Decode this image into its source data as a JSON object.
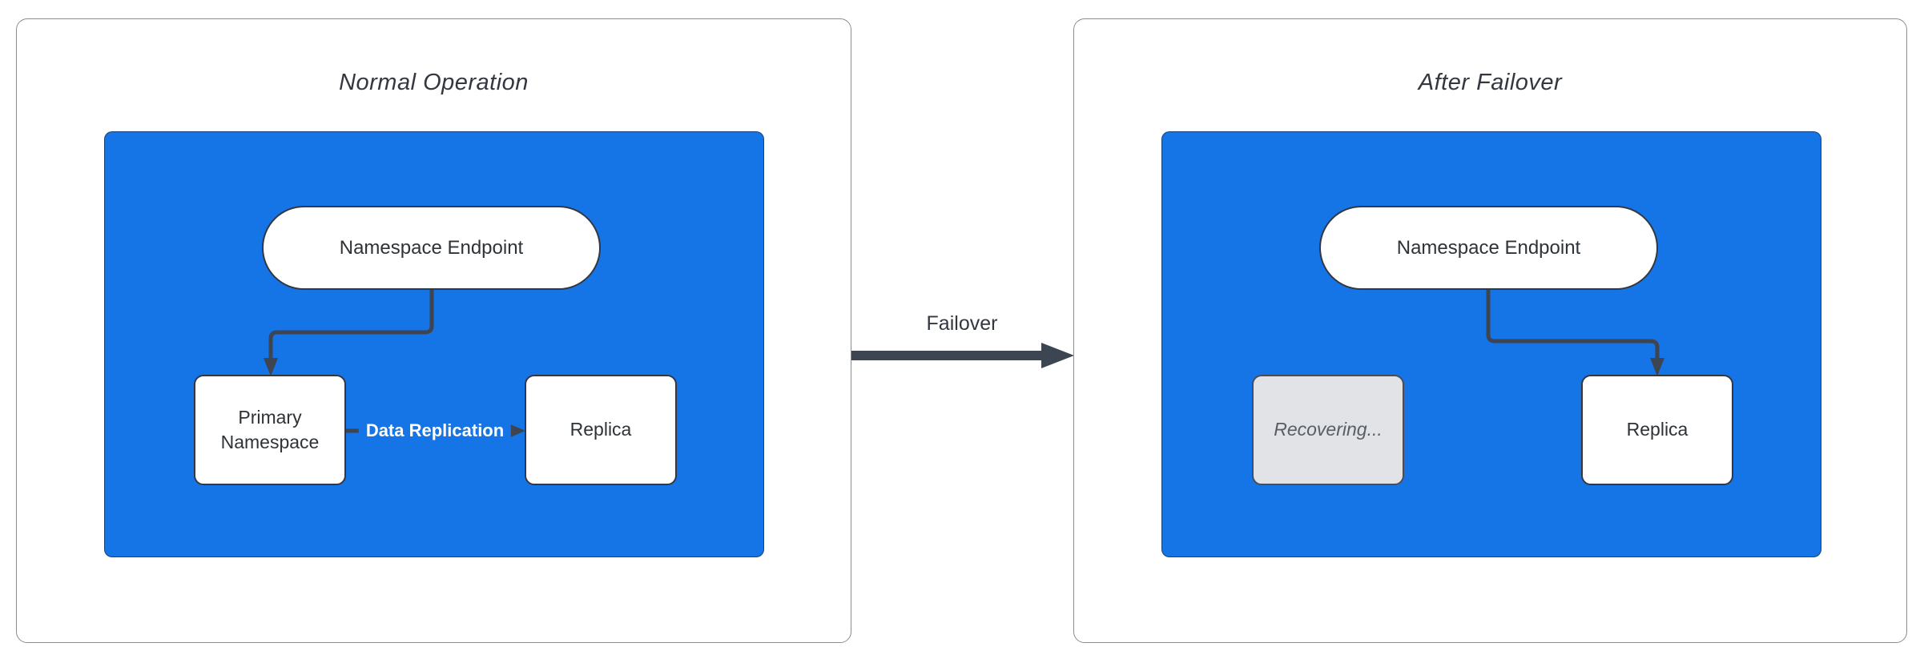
{
  "diagram": {
    "panels": [
      {
        "title": "Normal Operation",
        "container": {
          "endpoint_label": "Namespace Endpoint",
          "primary_label": "Primary Namespace",
          "replica_label": "Replica",
          "replication_edge_label": "Data Replication"
        }
      },
      {
        "title": "After Failover",
        "container": {
          "endpoint_label": "Namespace Endpoint",
          "recovering_label": "Recovering...",
          "replica_label": "Replica"
        }
      }
    ],
    "transition": {
      "label": "Failover"
    },
    "colors": {
      "container_fill": "#1574E6",
      "node_fill": "#FFFFFF",
      "node_border": "#333740",
      "node_text": "#2E3338",
      "edge_stroke": "#3E4552",
      "edge_label_text": "#FFFFFF",
      "recovering_fill": "#E2E3E7",
      "recovering_border": "#4A4D55",
      "recovering_text": "#585D66",
      "panel_border": "#8A8D91",
      "title_text": "#333740",
      "page_background": "#FFFFFF"
    }
  }
}
